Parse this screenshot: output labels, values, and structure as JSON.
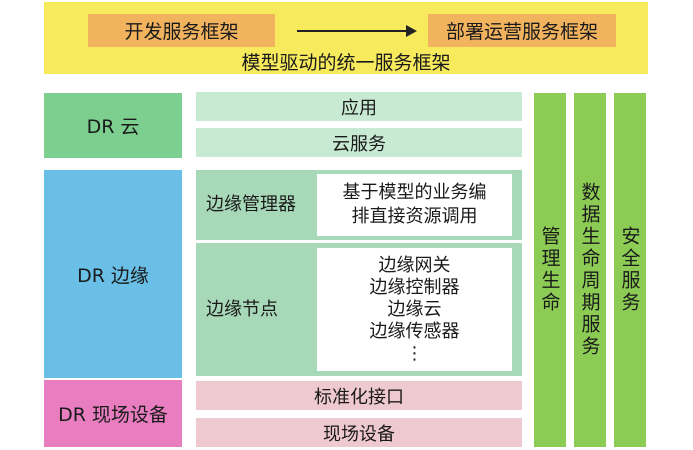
{
  "top": {
    "left_box": "开发服务框架",
    "right_box": "部署运营服务框架",
    "caption": "模型驱动的统一服务框架"
  },
  "layers": {
    "dr_cloud": "DR 云",
    "dr_edge": "DR 边缘",
    "dr_field": "DR 现场设备"
  },
  "middle": {
    "app": "应用",
    "cloud_service": "云服务",
    "edge_manager_label": "边缘管理器",
    "edge_manager_text": [
      "基于模型的业务编",
      "排直接资源调用"
    ],
    "edge_node_label": "边缘节点",
    "edge_node_items": [
      "边缘网关",
      "边缘控制器",
      "边缘云",
      "边缘传感器",
      "⋮"
    ],
    "std_interface": "标准化接口",
    "field_device": "现场设备"
  },
  "side_columns": {
    "management": "管理生命",
    "data_lifecycle": "数据生命周期服务",
    "security": "安全服务"
  }
}
